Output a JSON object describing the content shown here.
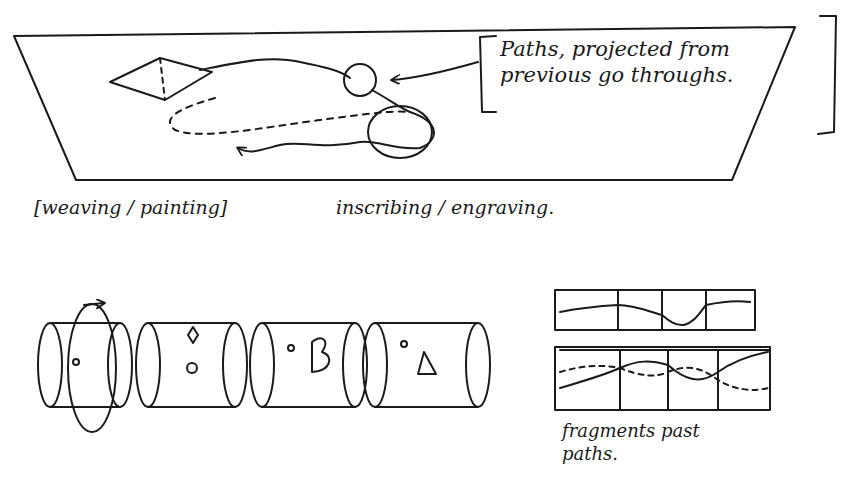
{
  "diagram": {
    "labels": [
      "Paths, projected from previous go throughs.",
      "[weaving / painting]",
      "inscribing / engraving.",
      "fragments past paths."
    ]
  }
}
